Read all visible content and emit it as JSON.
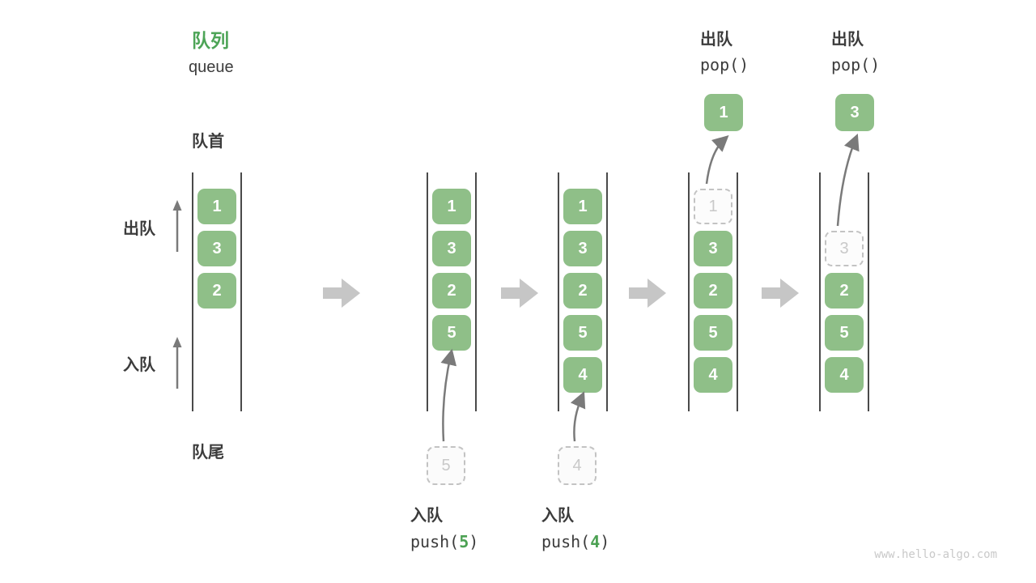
{
  "page": {
    "title_zh": "队列",
    "title_en": "queue",
    "front_label": "队首",
    "rear_label": "队尾",
    "dequeue_label": "出队",
    "enqueue_label": "入队",
    "watermark": "www.hello-algo.com"
  },
  "colors": {
    "item_green": "#8FBF88",
    "title_green": "#4DA457",
    "code_arg_green": "#4CA153",
    "text_dark": "#3C3C3C",
    "ghost_gray": "#C3C3C3",
    "thin_arrow_gray": "#7A7A7A",
    "block_arrow_gray": "#C6C6C6",
    "wall_gray": "#4A4A4A"
  },
  "states": [
    {
      "name": "initial",
      "slots": [
        {
          "row": 0,
          "value": "1",
          "ghost": false
        },
        {
          "row": 1,
          "value": "3",
          "ghost": false
        },
        {
          "row": 2,
          "value": "2",
          "ghost": false
        }
      ]
    },
    {
      "name": "after-push-5",
      "slots": [
        {
          "row": 0,
          "value": "1",
          "ghost": false
        },
        {
          "row": 1,
          "value": "3",
          "ghost": false
        },
        {
          "row": 2,
          "value": "2",
          "ghost": false
        },
        {
          "row": 3,
          "value": "5",
          "ghost": false
        }
      ],
      "incoming": {
        "value": "5",
        "op_zh": "入队",
        "code_pre": "push(",
        "code_arg": "5",
        "code_post": ")"
      }
    },
    {
      "name": "after-push-4",
      "slots": [
        {
          "row": 0,
          "value": "1",
          "ghost": false
        },
        {
          "row": 1,
          "value": "3",
          "ghost": false
        },
        {
          "row": 2,
          "value": "2",
          "ghost": false
        },
        {
          "row": 3,
          "value": "5",
          "ghost": false
        },
        {
          "row": 4,
          "value": "4",
          "ghost": false
        }
      ],
      "incoming": {
        "value": "4",
        "op_zh": "入队",
        "code_pre": "push(",
        "code_arg": "4",
        "code_post": ")"
      }
    },
    {
      "name": "after-pop-1",
      "slots": [
        {
          "row": 0,
          "value": "1",
          "ghost": true
        },
        {
          "row": 1,
          "value": "3",
          "ghost": false
        },
        {
          "row": 2,
          "value": "2",
          "ghost": false
        },
        {
          "row": 3,
          "value": "5",
          "ghost": false
        },
        {
          "row": 4,
          "value": "4",
          "ghost": false
        }
      ],
      "popped": {
        "value": "1",
        "op_zh": "出队",
        "code": "pop()"
      }
    },
    {
      "name": "after-pop-3",
      "slots": [
        {
          "row": 1,
          "value": "3",
          "ghost": true
        },
        {
          "row": 2,
          "value": "2",
          "ghost": false
        },
        {
          "row": 3,
          "value": "5",
          "ghost": false
        },
        {
          "row": 4,
          "value": "4",
          "ghost": false
        }
      ],
      "popped": {
        "value": "3",
        "op_zh": "出队",
        "code": "pop()"
      }
    }
  ]
}
